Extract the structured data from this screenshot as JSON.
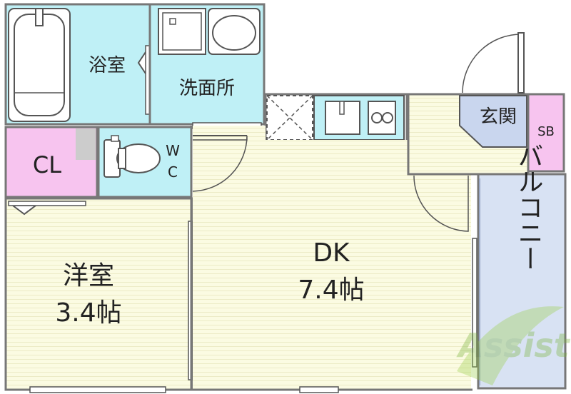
{
  "rooms": {
    "bath": {
      "label": "浴室"
    },
    "washroom": {
      "label": "洗面所"
    },
    "toilet": {
      "label": "W",
      "label2": "C"
    },
    "closet": {
      "label": "CL"
    },
    "western": {
      "label": "洋室",
      "size": "3.4帖"
    },
    "dk": {
      "label": "DK",
      "size": "7.4帖"
    },
    "entrance": {
      "label": "玄関"
    },
    "shoebox": {
      "label": "SB"
    },
    "balcony": {
      "label": "バルコニー"
    }
  },
  "watermark": {
    "text": "Assist"
  },
  "colors": {
    "bath": "#bfeff5",
    "closet": "#f7c2ee",
    "floor": "#fafae0",
    "entrance": "#c9d6ee",
    "balcony": "#d8e2f2",
    "wall": "#888888"
  }
}
